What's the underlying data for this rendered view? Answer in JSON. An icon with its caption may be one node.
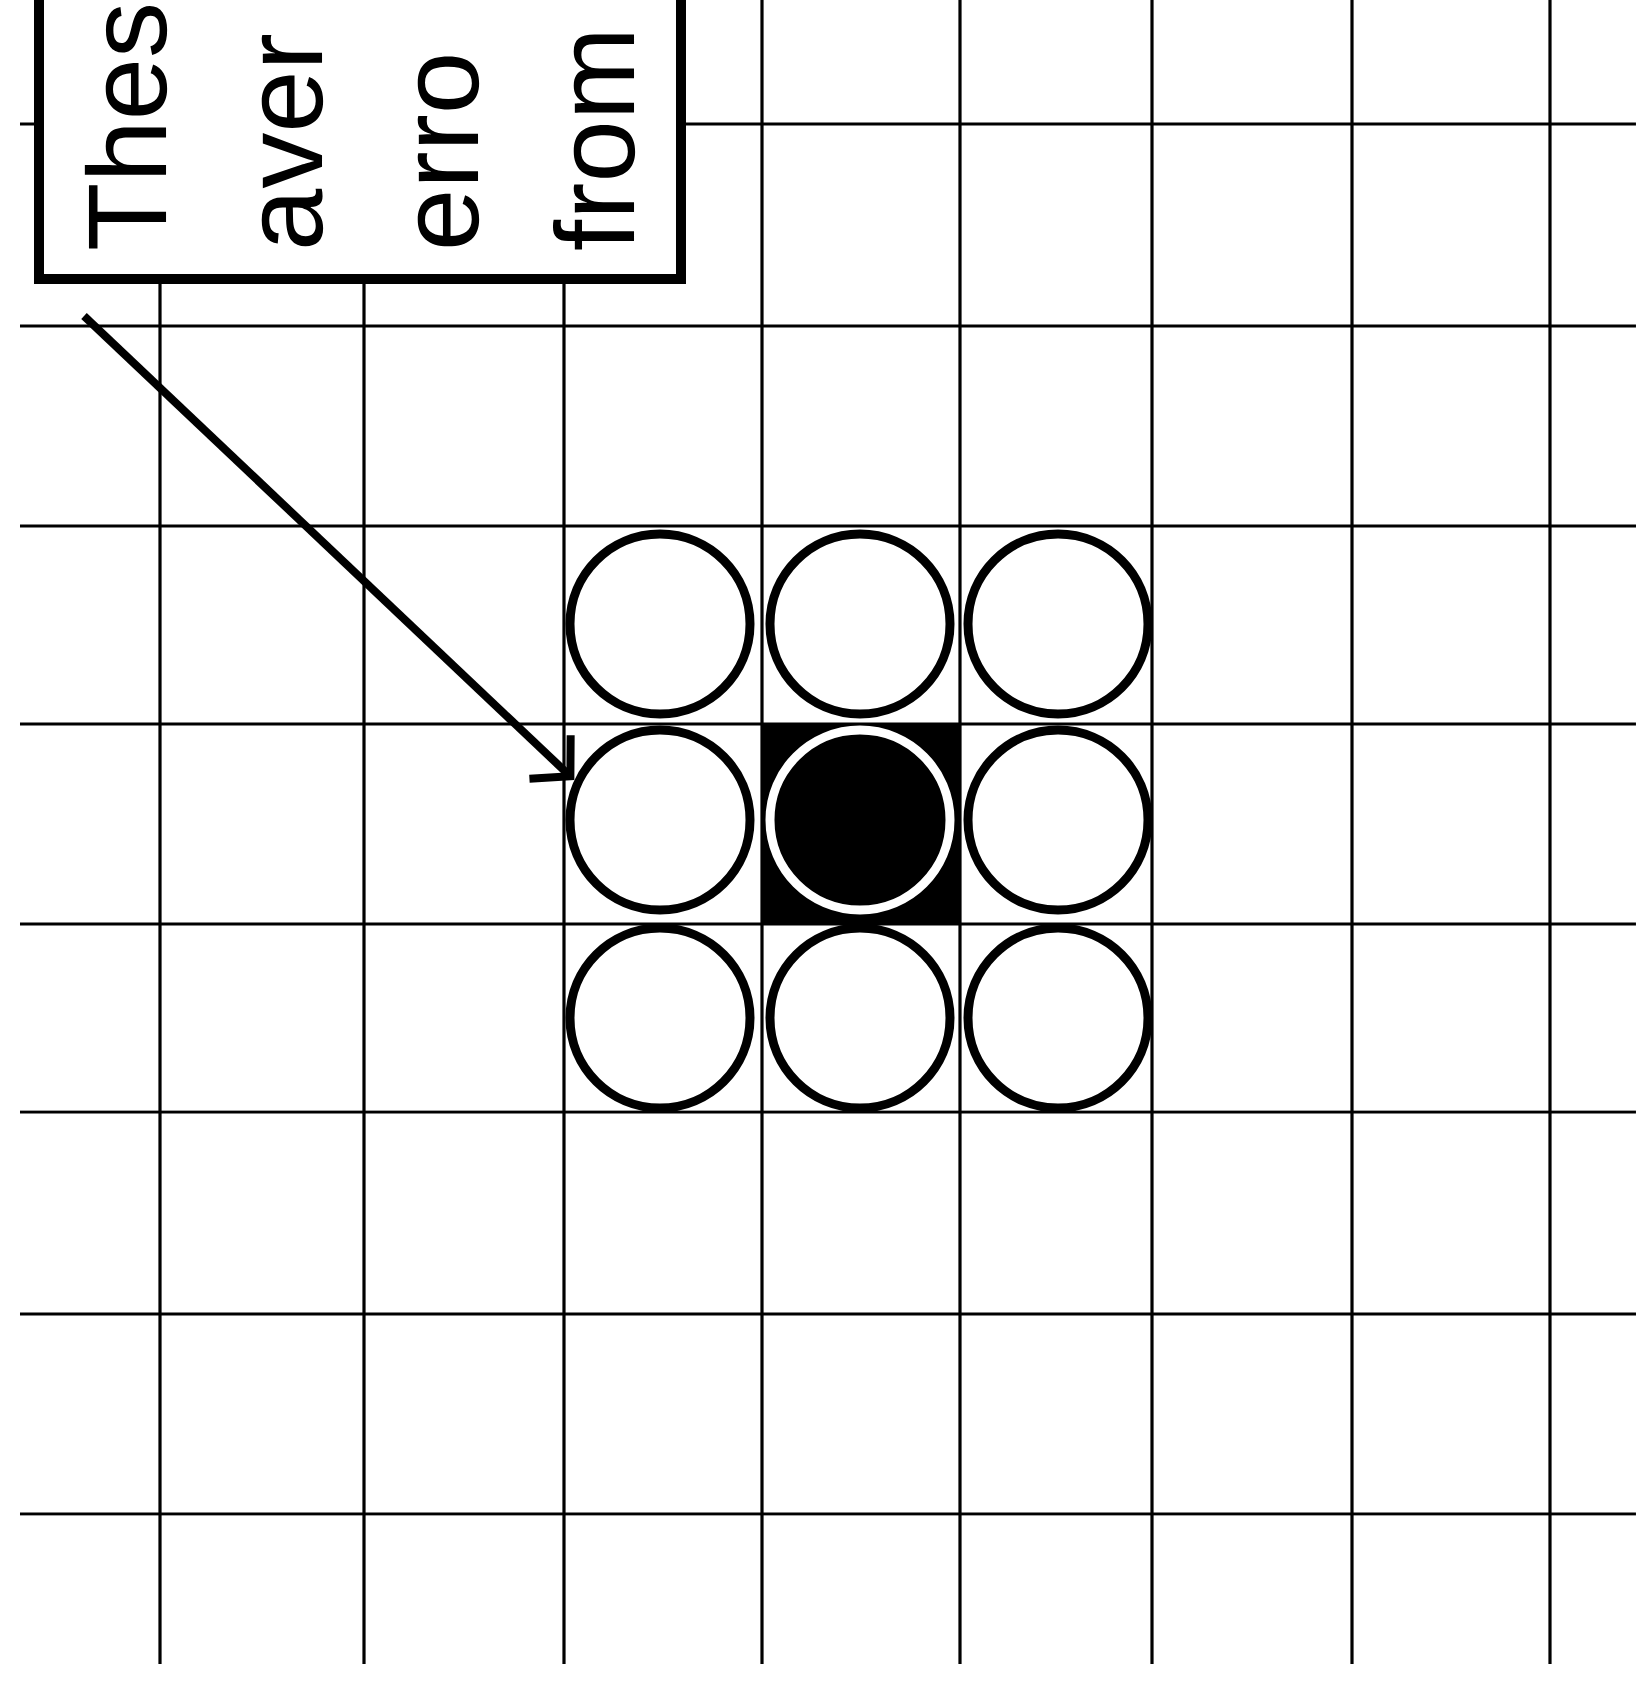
{
  "diagram": {
    "nodes": [
      {
        "text": [
          "Thes aver erro from"
        ]
      },
      {
        "text": [],
        "shape": "circle"
      },
      {
        "text": [],
        "shape": "circle"
      },
      {
        "text": [],
        "shape": "circle"
      },
      {
        "text": [],
        "shape": "circle"
      },
      {
        "text": [],
        "shape": "circle"
      },
      {
        "text": [],
        "shape": "circle"
      },
      {
        "text": [],
        "shape": "circle"
      },
      {
        "text": [],
        "shape": "circle"
      },
      {
        "text": [],
        "shape": "circle"
      }
    ],
    "edges": [
      {
        "from": 0,
        "to": 4,
        "arrow": "to"
      }
    ]
  }
}
